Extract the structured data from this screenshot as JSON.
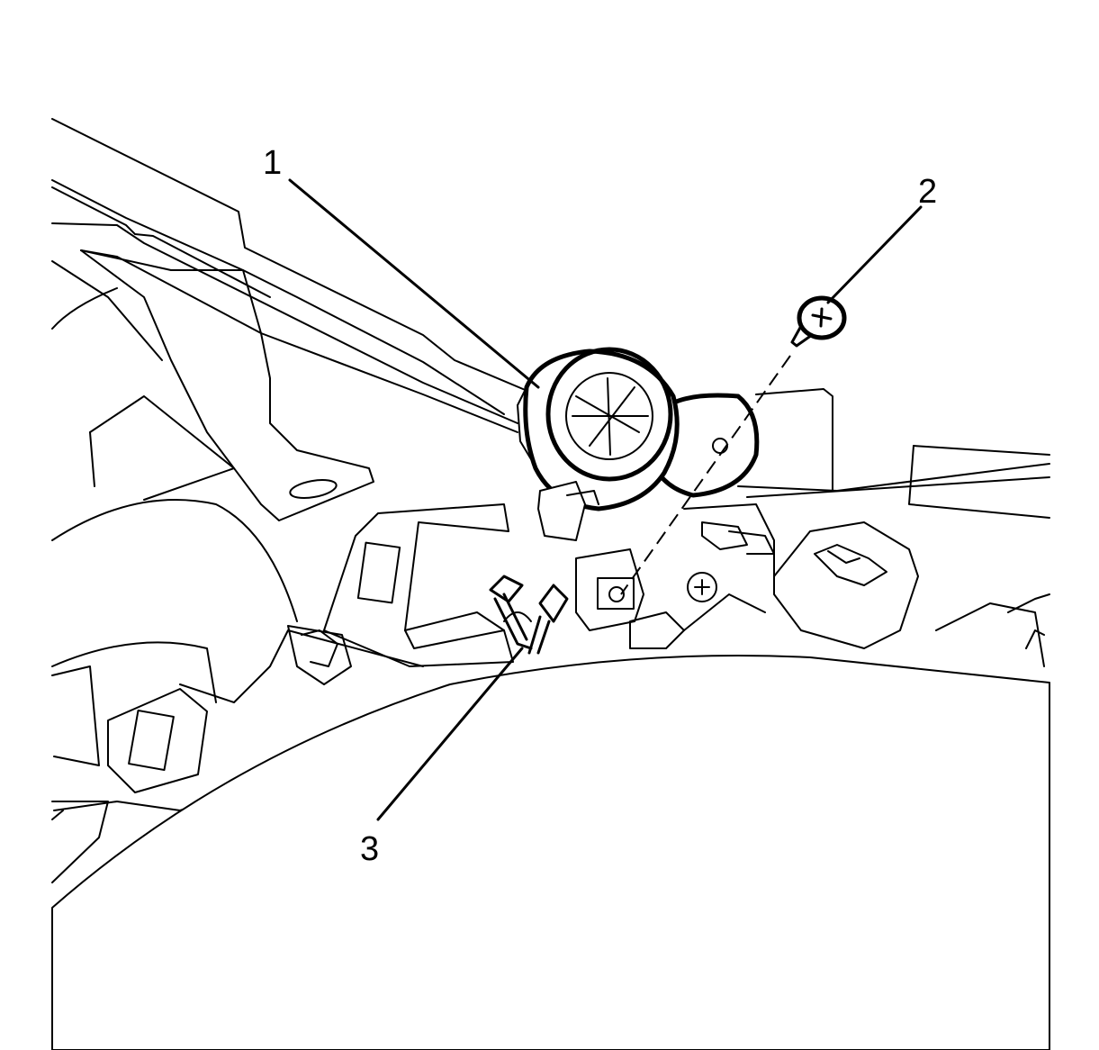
{
  "diagram": {
    "callouts": [
      {
        "id": "1",
        "label": "1"
      },
      {
        "id": "2",
        "label": "2"
      },
      {
        "id": "3",
        "label": "3"
      }
    ],
    "icons": [
      "screw-icon",
      "fastener-icon"
    ],
    "colors": {
      "line": "#000000",
      "background": "#ffffff"
    }
  }
}
